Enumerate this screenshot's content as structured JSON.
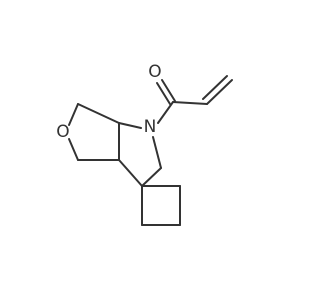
{
  "molecule": {
    "atoms": [
      {
        "symbol": "O",
        "name": "ring-oxygen"
      },
      {
        "symbol": "N",
        "name": "ring-nitrogen"
      },
      {
        "symbol": "O",
        "name": "carbonyl-oxygen"
      }
    ],
    "colors": {
      "bond": "#333333",
      "label": "#333333",
      "background": "#ffffff"
    }
  }
}
